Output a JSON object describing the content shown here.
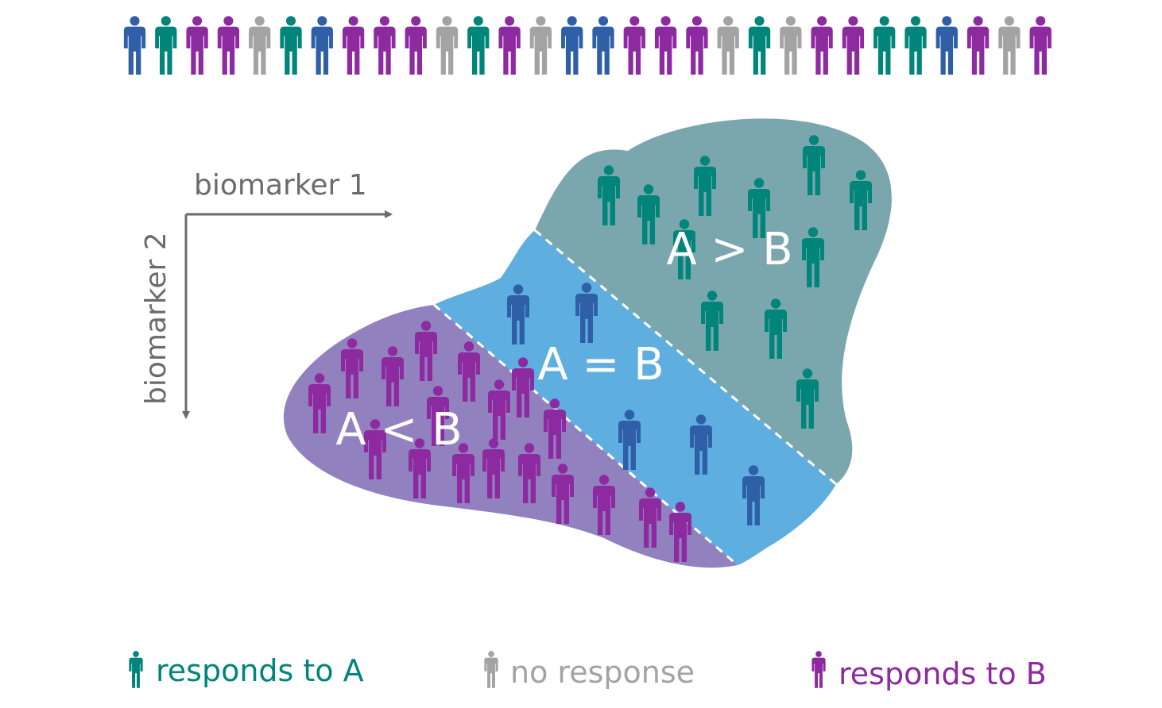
{
  "colors": {
    "teal": "#00857a",
    "blue": "#2f5fa6",
    "purple": "#8d2aa0",
    "gray": "#a3a3a3",
    "region_a_gt_b": "#7aa6ad",
    "region_a_eq_b": "#5faee0",
    "region_a_lt_b": "#9281bf",
    "axis": "#6b6b6b"
  },
  "axes": {
    "x_label": "biomarker 1",
    "y_label": "biomarker 2"
  },
  "regions": {
    "a_gt_b": "A > B",
    "a_eq_b": "A = B",
    "a_lt_b": "A < B"
  },
  "population_row": [
    "blue",
    "teal",
    "purple",
    "purple",
    "gray",
    "teal",
    "blue",
    "purple",
    "purple",
    "purple",
    "gray",
    "teal",
    "purple",
    "gray",
    "blue",
    "blue",
    "purple",
    "purple",
    "purple",
    "gray",
    "teal",
    "gray",
    "purple",
    "purple",
    "teal",
    "teal",
    "blue",
    "purple",
    "gray",
    "purple"
  ],
  "legend": {
    "responds_a": "responds to A",
    "no_response": "no response",
    "responds_b": "responds to B"
  }
}
